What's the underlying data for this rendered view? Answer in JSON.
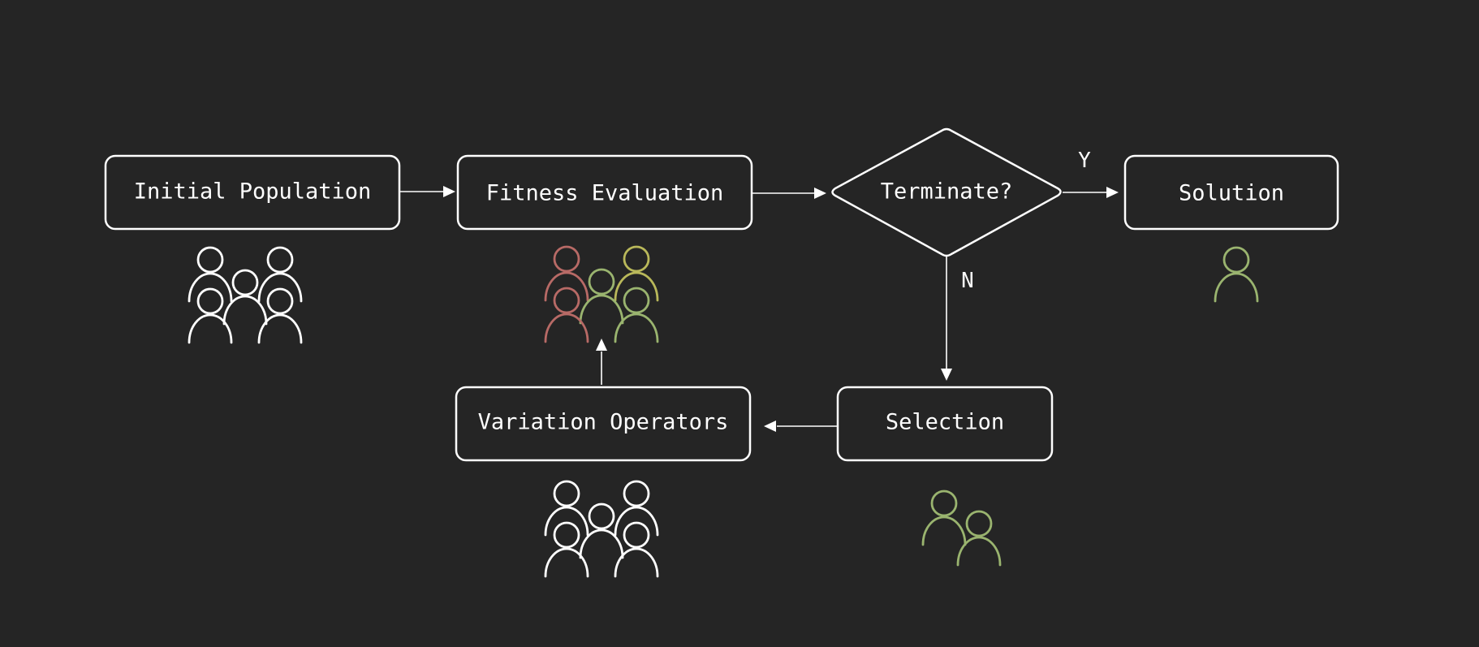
{
  "diagram": {
    "nodes": {
      "initial_population": "Initial Population",
      "fitness_evaluation": "Fitness Evaluation",
      "terminate": "Terminate?",
      "solution": "Solution",
      "selection": "Selection",
      "variation_operators": "Variation Operators"
    },
    "edge_labels": {
      "yes": "Y",
      "no": "N"
    },
    "icons": {
      "initial_population": "people-group-icon",
      "fitness_evaluation": "evaluated-people-group-icon",
      "solution": "person-icon",
      "selection": "two-people-icon",
      "variation_operators": "people-group-icon"
    },
    "colors": {
      "background": "#252525",
      "stroke": "#ffffff",
      "unfit": "#b86a66",
      "fit": "#9ab46f",
      "medium": "#b9b85a",
      "neutral": "#ffffff"
    }
  }
}
